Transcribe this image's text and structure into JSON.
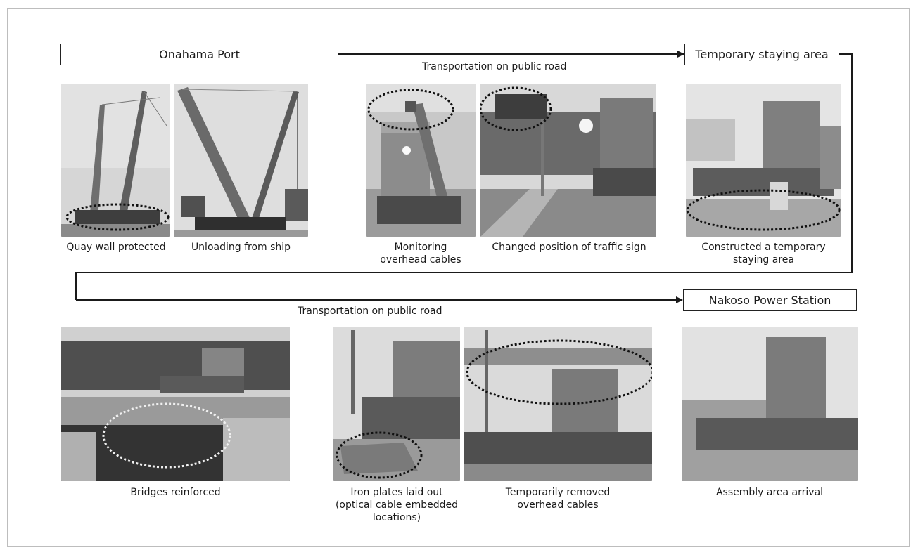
{
  "stations": {
    "start": "Onahama Port",
    "staying": "Temporary staying area",
    "end": "Nakoso Power Station"
  },
  "route_notes": {
    "upper": "Transportation on public road",
    "lower": "Transportation on public road"
  },
  "photos": [
    {
      "caption": "Quay wall protected"
    },
    {
      "caption": "Unloading from ship"
    },
    {
      "caption": "Monitoring overhead cables"
    },
    {
      "caption": "Changed position of traffic sign"
    },
    {
      "caption": "Constructed a temporary staying area"
    },
    {
      "caption": "Bridges reinforced"
    },
    {
      "caption": "Iron plates laid out (optical cable embedded locations)"
    },
    {
      "caption": "Temporarily removed overhead cables"
    },
    {
      "caption": "Assembly area arrival"
    }
  ]
}
